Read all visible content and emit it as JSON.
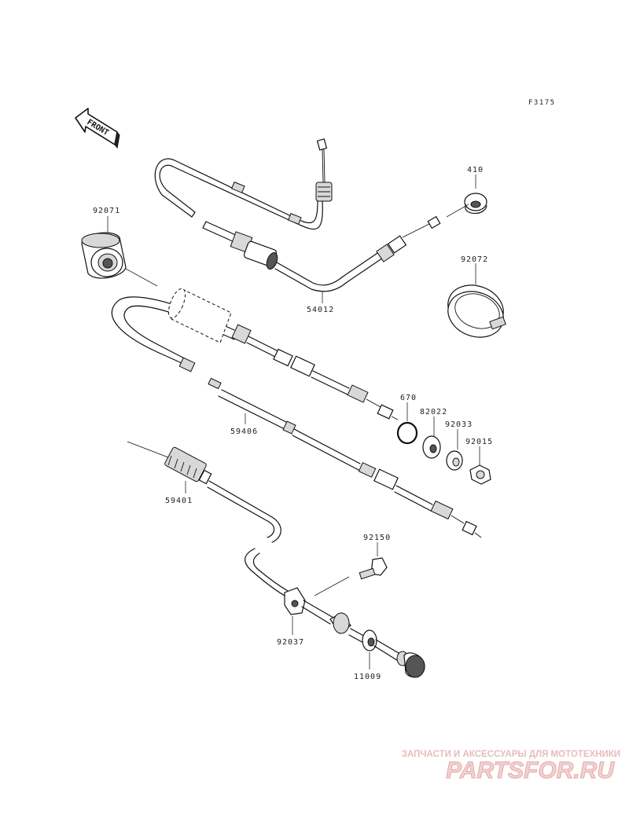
{
  "figure_code": "F3175",
  "front_label": "FRONT",
  "parts": [
    {
      "number": "92071"
    },
    {
      "number": "54012"
    },
    {
      "number": "410"
    },
    {
      "number": "92072"
    },
    {
      "number": "670"
    },
    {
      "number": "82022"
    },
    {
      "number": "92033"
    },
    {
      "number": "92015"
    },
    {
      "number": "59406"
    },
    {
      "number": "59401"
    },
    {
      "number": "92150"
    },
    {
      "number": "92037"
    },
    {
      "number": "11009"
    }
  ],
  "watermark": {
    "tagline": "ЗАПЧАСТИ И АКСЕССУАРЫ ДЛЯ МОТОТЕХНИКИ",
    "brand": "PARTSFOR.RU",
    "colors": {
      "text": "#e8bcbc",
      "fill": "#f2d2d2",
      "outline": "#e3a9a9"
    }
  }
}
